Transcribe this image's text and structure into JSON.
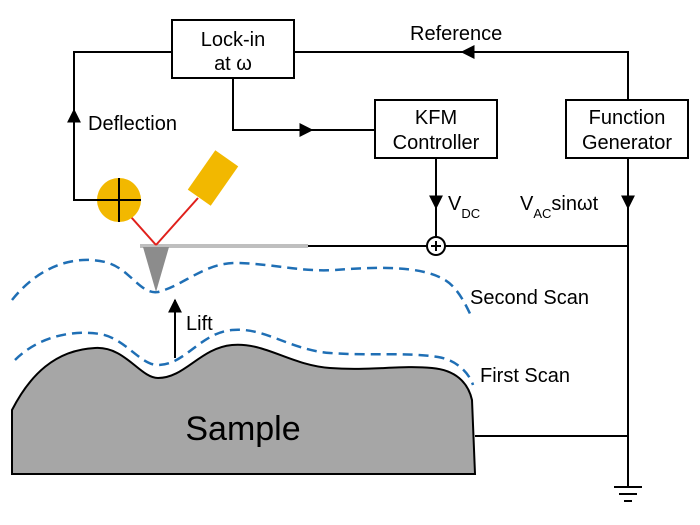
{
  "boxes": {
    "lockin": {
      "line1": "Lock-in",
      "line2": "at ω"
    },
    "kfm": {
      "line1": "KFM",
      "line2": "Controller"
    },
    "funcgen": {
      "line1": "Function",
      "line2": "Generator"
    }
  },
  "labels": {
    "reference": "Reference",
    "deflection": "Deflection",
    "vdc_main": "V",
    "vdc_sub": "DC",
    "vac_main": "V",
    "vac_sub": "AC",
    "vac_rest": "sinωt",
    "lift": "Lift",
    "second_scan": "Second Scan",
    "first_scan": "First Scan",
    "sample": "Sample"
  },
  "colors": {
    "scan_path": "#1f6fb5",
    "sample_fill": "#a6a6a6",
    "laser_beam": "#e0201b",
    "laser_source": "#f2b800",
    "cantilever": "#bfbfbf",
    "tip": "#8c8c8c"
  }
}
